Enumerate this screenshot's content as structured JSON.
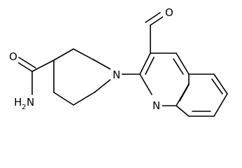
{
  "molecule": {
    "atom_labels": {
      "carbonyl_oxygen": "O",
      "aldehyde_oxygen": "O",
      "piperidine_nitrogen": "N",
      "quinoline_nitrogen": "N",
      "amide_nitrogen": "H",
      "amide_nitrogen_h_count": "2",
      "amide_nitrogen_suffix": "N"
    }
  }
}
